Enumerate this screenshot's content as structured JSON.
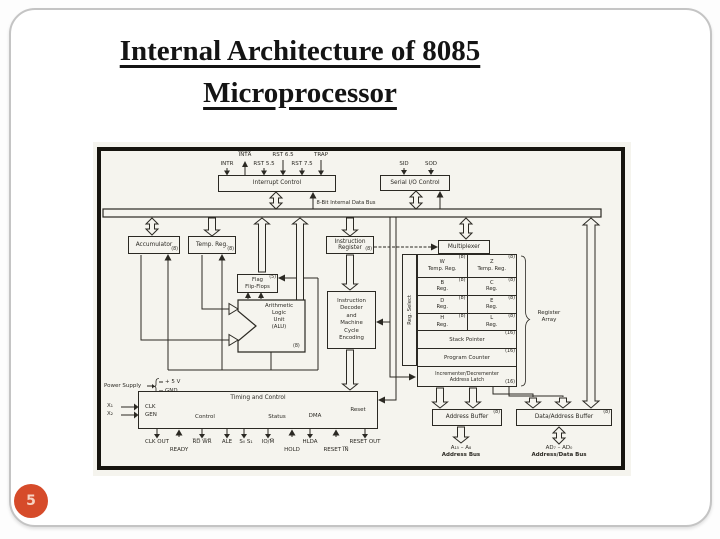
{
  "slide": {
    "title_line1": "Internal Architecture of 8085",
    "title_line2": "Microprocessor",
    "page_number": "5"
  },
  "interrupts": {
    "inta": "I̅N̅T̅A̅",
    "rst65": "RST 6.5",
    "trap": "TRAP",
    "intr": "INTR",
    "rst55": "RST 5.5",
    "rst75": "RST 7.5",
    "box": "Interrupt Control"
  },
  "serial": {
    "sid": "SID",
    "sod": "SOD",
    "box": "Serial I/O Control"
  },
  "bus": {
    "label": "8-Bit Internal Data Bus"
  },
  "alu_section": {
    "accumulator": "Accumulator",
    "accumulator_bits": "(8)",
    "temp_reg": "Temp. Reg.",
    "temp_reg_bits": "(8)",
    "flag_l1": "Flag",
    "flag_l2": "Flip-Flops",
    "flag_bits": "(5)",
    "alu_lines": [
      "Arithmetic",
      "Logic",
      "Unit",
      "(ALU)"
    ],
    "alu_bits": "(8)"
  },
  "instruction": {
    "register_l1": "Instruction",
    "register_l2": "Register",
    "register_bits": "(8)",
    "decoder_lines": [
      "Instruction",
      "Decoder",
      "and",
      "Machine",
      "Cycle",
      "Encoding"
    ]
  },
  "registers": {
    "multiplexer": "Multiplexer",
    "reg_select": "Reg. Select",
    "rows": [
      {
        "l1": "W",
        "l1b": "(8)",
        "l2": "Temp. Reg.",
        "r1": "Z",
        "r1b": "(8)",
        "r2": "Temp. Reg."
      },
      {
        "l1": "B",
        "l1b": "(8)",
        "l2": "Reg.",
        "r1": "C",
        "r1b": "(8)",
        "r2": "Reg."
      },
      {
        "l1": "D",
        "l1b": "(8)",
        "l2": "Reg.",
        "r1": "E",
        "r1b": "(8)",
        "r2": "Reg."
      },
      {
        "l1": "H",
        "l1b": "(8)",
        "l2": "Reg.",
        "r1": "L",
        "r1b": "(8)",
        "r2": "Reg."
      }
    ],
    "stack_pointer": "Stack Pointer",
    "stack_pointer_bits": "(16)",
    "program_counter": "Program Counter",
    "program_counter_bits": "(16)",
    "latch_l1": "Incrementer/Decrementer",
    "latch_l2": "Address Latch",
    "latch_bits": "(16)",
    "array_l1": "Register",
    "array_l2": "Array"
  },
  "power": {
    "label": "Power Supply",
    "v5": "+ 5 V",
    "gnd": "GND"
  },
  "timing": {
    "box": "Timing and Control",
    "clk": "CLK",
    "gen": "GEN",
    "x1": "X₁",
    "x2": "X₂",
    "groups": {
      "control": "Control",
      "status": "Status",
      "dma": "DMA",
      "reset": "Reset"
    },
    "signals": {
      "clk_out": "CLK OUT",
      "ready": "READY",
      "rd_wr": "R̅D̅ W̅R̅",
      "ale": "ALE",
      "s0s1": "S₀ S₁",
      "iom": "IO/M̅",
      "hold": "HOLD",
      "hlda": "HLDA",
      "reset_in": "RESET I̅N̅",
      "reset_out": "RESET OUT"
    }
  },
  "buffers": {
    "address": "Address Buffer",
    "address_bits": "(8)",
    "data_address": "Data/Address Buffer",
    "data_address_bits": "(8)",
    "addr_bus_l1": "A₁₅ – A₈",
    "addr_bus_l2": "Address Bus",
    "data_bus_l1": "AD₇ – AD₀",
    "data_bus_l2": "Address/Data Bus"
  }
}
